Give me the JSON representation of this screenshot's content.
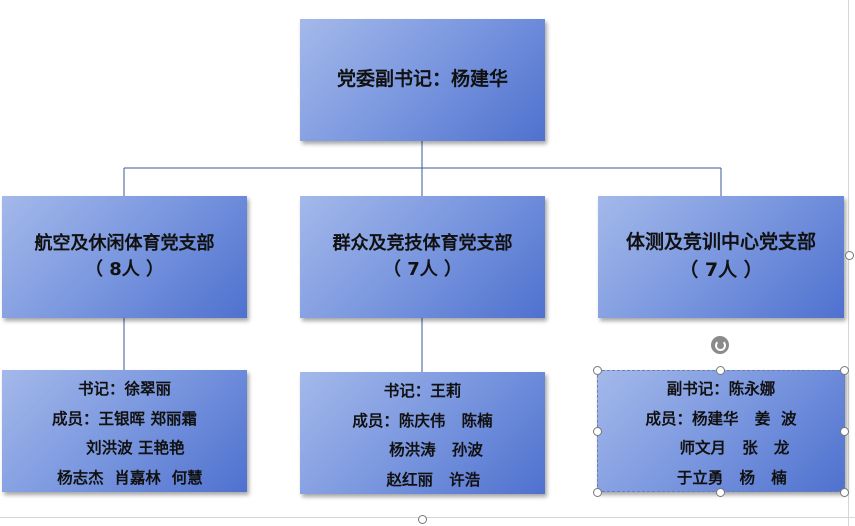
{
  "top": {
    "text": "党委副书记：杨建华"
  },
  "branches": [
    {
      "name": "航空及休闲体育党支部",
      "count": "（ 8人 ）"
    },
    {
      "name": "群众及竞技体育党支部",
      "count": "（ 7人 ）"
    },
    {
      "name": "体测及竞训中心党支部",
      "count": "（ 7人 ）"
    }
  ],
  "members": [
    {
      "lines": [
        "书记：徐翠丽",
        "成员：王银晖 郑丽霜",
        "    刘洪波 王艳艳",
        "  杨志杰  肖嘉林  何慧"
      ]
    },
    {
      "lines": [
        "书记：王莉",
        "成员：陈庆伟   陈楠",
        "     杨洪涛   孙波",
        "    赵红丽   许浩"
      ]
    },
    {
      "lines": [
        "副书记：陈永娜",
        "成员：杨建华   姜  波",
        "     师文月   张   龙",
        "    于立勇   杨   楠"
      ]
    }
  ],
  "colors": {
    "box_light": "#a4b9ea",
    "box_dark": "#4f71cf",
    "connector": "#3b5998"
  },
  "selection": {
    "selected_box": "members.2",
    "rotate_icon": "rotate-handle-icon"
  }
}
